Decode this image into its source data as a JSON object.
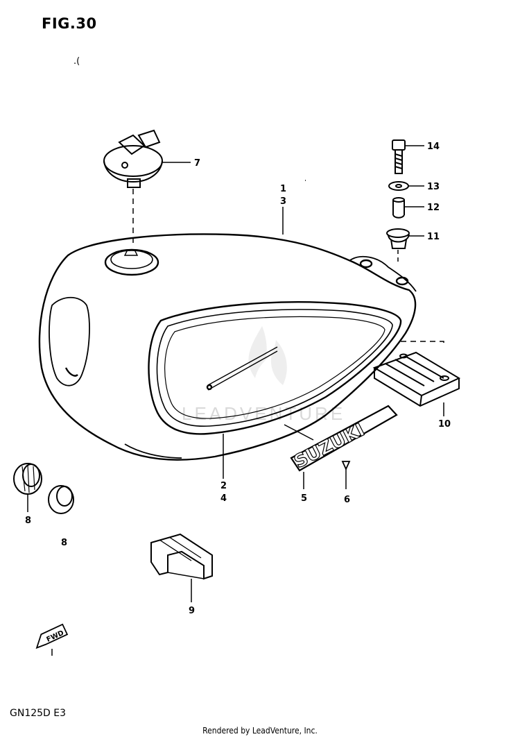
{
  "figure": {
    "title": "FIG.30",
    "model": "GN125D E3",
    "footer": "Rendered by LeadVenture, Inc.",
    "watermark": "LEADVENTURE",
    "emblem_text": "SUZUKI",
    "fwd_label": "FWD"
  },
  "callouts": [
    {
      "id": "1",
      "part": "fuel-tank"
    },
    {
      "id": "3",
      "part": "fuel-tank"
    },
    {
      "id": "2",
      "part": "tank-stripe"
    },
    {
      "id": "4",
      "part": "tank-stripe"
    },
    {
      "id": "5",
      "part": "emblem"
    },
    {
      "id": "6",
      "part": "emblem-screw"
    },
    {
      "id": "7",
      "part": "fuel-cap"
    },
    {
      "id": "8",
      "part": "cushion"
    },
    {
      "id": "8",
      "part": "cushion"
    },
    {
      "id": "9",
      "part": "front-cushion"
    },
    {
      "id": "10",
      "part": "rear-cushion"
    },
    {
      "id": "11",
      "part": "grommet"
    },
    {
      "id": "12",
      "part": "spacer"
    },
    {
      "id": "13",
      "part": "washer"
    },
    {
      "id": "14",
      "part": "bolt"
    }
  ]
}
